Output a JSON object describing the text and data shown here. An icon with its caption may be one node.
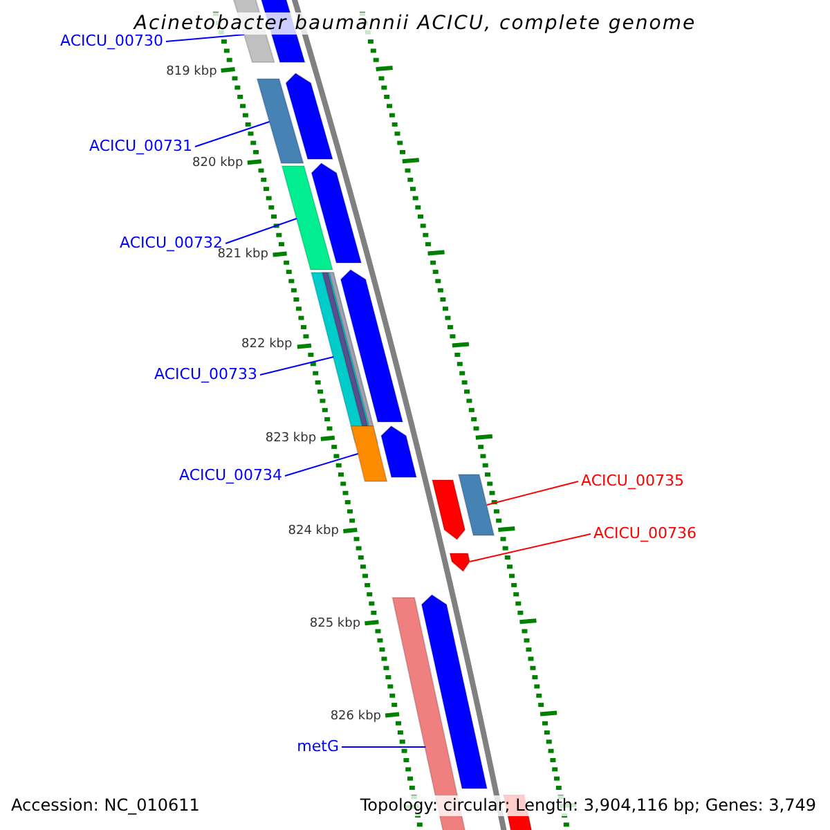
{
  "diagram": {
    "title": "Acinetobacter baumannii ACICU, complete genome",
    "nodes": [
      {
        "text": [
          "ACICU_00730"
        ]
      },
      {
        "text": [],
        "shape": "bar"
      },
      {
        "text": [
          "ACICU_00731"
        ]
      },
      {
        "text": [],
        "shape": "bar"
      },
      {
        "text": [
          "ACICU_00732"
        ]
      },
      {
        "text": [],
        "shape": "bar"
      },
      {
        "text": [
          "ACICU_00733"
        ]
      },
      {
        "text": [],
        "shape": "bar"
      },
      {
        "text": [
          "ACICU_00734"
        ]
      },
      {
        "text": [],
        "shape": "bar"
      },
      {
        "text": [
          "ACICU_00735"
        ]
      },
      {
        "text": [],
        "shape": "bar"
      },
      {
        "text": [
          "ACICU_00736"
        ]
      },
      {
        "text": [],
        "shape": "arrow"
      },
      {
        "text": [
          "metG"
        ]
      },
      {
        "text": [],
        "shape": "bar"
      },
      {
        "text": [],
        "shape": "arrow"
      },
      {
        "text": [],
        "shape": "arrow"
      },
      {
        "text": [],
        "shape": "arrow"
      },
      {
        "text": [],
        "shape": "arrow"
      },
      {
        "text": [],
        "shape": "arrow"
      },
      {
        "text": [],
        "shape": "arrow"
      },
      {
        "text": [],
        "shape": "arrow"
      },
      {
        "text": [],
        "shape": "bar"
      }
    ],
    "edges": [
      {
        "from": 0,
        "to": 1,
        "arrow": "none"
      },
      {
        "from": 2,
        "to": 3,
        "arrow": "none"
      },
      {
        "from": 4,
        "to": 5,
        "arrow": "none"
      },
      {
        "from": 6,
        "to": 7,
        "arrow": "none"
      },
      {
        "from": 8,
        "to": 9,
        "arrow": "none"
      },
      {
        "from": 10,
        "to": 11,
        "arrow": "none",
        "color": "#ff0000"
      },
      {
        "from": 12,
        "to": 13,
        "arrow": "none",
        "color": "#ff0000"
      },
      {
        "from": 14,
        "to": 15,
        "arrow": "none"
      }
    ],
    "labels": [
      "819 kbp",
      "820 kbp",
      "821 kbp",
      "822 kbp",
      "823 kbp",
      "824 kbp",
      "825 kbp",
      "826 kbp",
      "Accession: NC_010611",
      "Topology: circular; Length: 3,904,116 bp; Genes: 3,749"
    ]
  }
}
